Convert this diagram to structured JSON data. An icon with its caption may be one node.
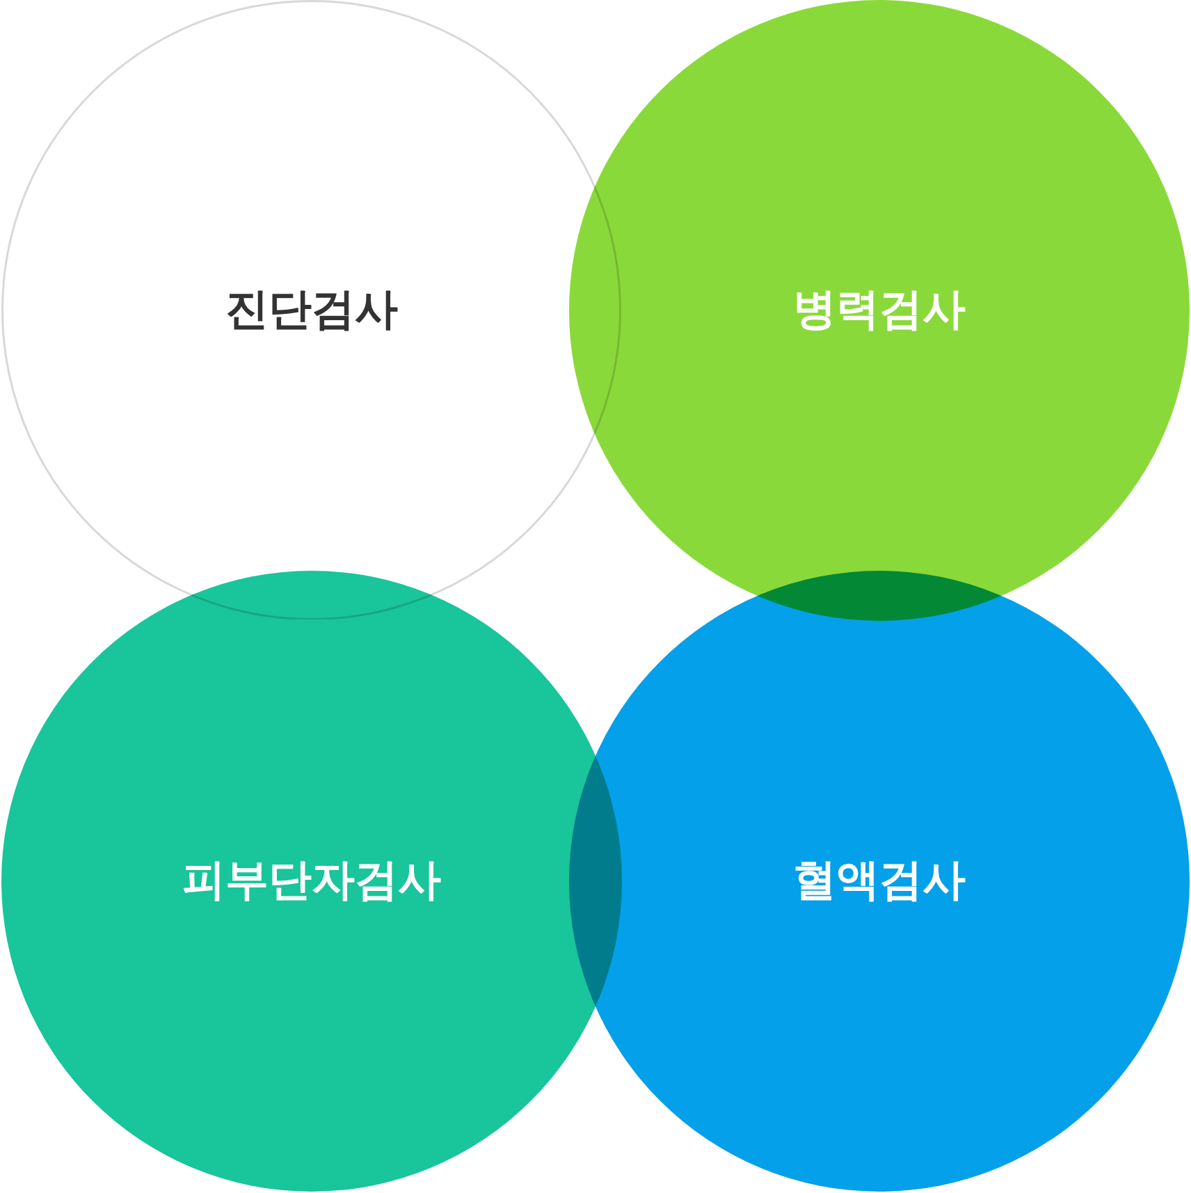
{
  "diagram": {
    "nodes": [
      {
        "text": [
          "진단검사"
        ]
      },
      {
        "text": [
          "병력검사"
        ]
      },
      {
        "text": [
          "피부단자검사"
        ]
      },
      {
        "text": [
          "혈액검사"
        ]
      }
    ]
  }
}
